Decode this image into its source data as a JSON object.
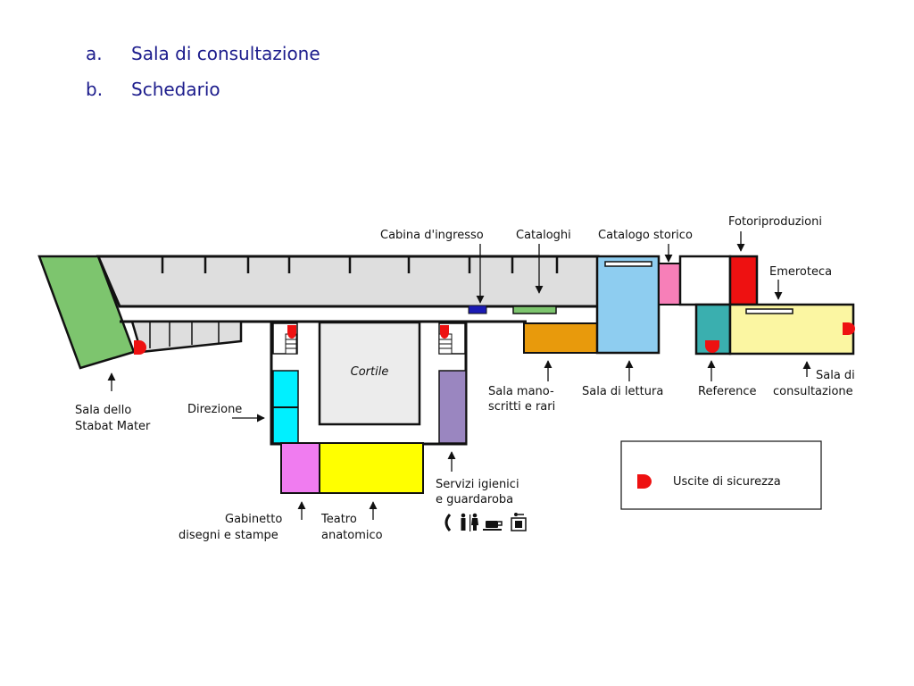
{
  "list": [
    {
      "marker": "a.",
      "text": "Sala di consultazione"
    },
    {
      "marker": "b.",
      "text": "Schedario"
    }
  ],
  "map": {
    "courtyard": "Cortile",
    "labels": {
      "cabina_ingresso": "Cabina d'ingresso",
      "cataloghi": "Cataloghi",
      "catalogo_storico": "Catalogo storico",
      "fotoriproduzioni": "Fotoriproduzioni",
      "emeroteca": "Emeroteca",
      "stabat_1": "Sala dello",
      "stabat_2": "Stabat Mater",
      "direzione": "Direzione",
      "manoscritti_1": "Sala mano-",
      "manoscritti_2": "scritti e rari",
      "lettura": "Sala di lettura",
      "reference": "Reference",
      "consultazione_1": "Sala di",
      "consultazione_2": "consultazione",
      "servizi_1": "Servizi igienici",
      "servizi_2": "e guardaroba",
      "gabinetto_1": "Gabinetto",
      "gabinetto_2": "disegni e stampe",
      "teatro_1": "Teatro",
      "teatro_2": "anatomico"
    },
    "legend": {
      "exits": "Uscite di sicurezza"
    },
    "service_icons": [
      "phone-icon",
      "restroom-icon",
      "coffee-icon",
      "locker-icon"
    ],
    "colors": {
      "stabat": "#7dc56e",
      "corridor": "#dedede",
      "cabina": "#1a1ab4",
      "cataloghi": "#7dc56e",
      "manoscritti": "#e89a0c",
      "lettura": "#8ecdf0",
      "catalogo_storico": "#f77fb8",
      "fotoriproduzioni": "#ee1111",
      "reference": "#3aafaf",
      "consultazione": "#fbf6a2",
      "direzione": "#00f0ff",
      "servizi": "#9a86c0",
      "gabinetto": "#f07cf0",
      "teatro": "#ffff00",
      "exit": "#ee1111",
      "text": "#1c1c8c"
    }
  }
}
